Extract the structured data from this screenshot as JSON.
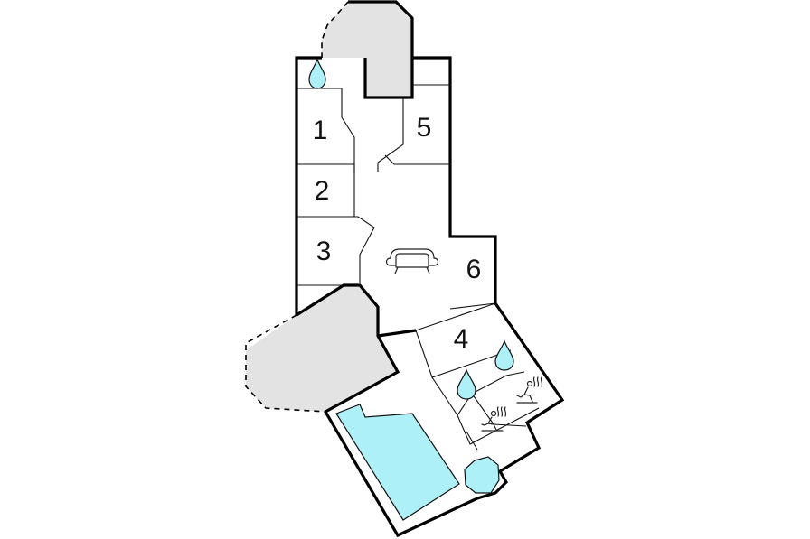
{
  "floorplan": {
    "rooms": [
      {
        "id": "room-1",
        "label": "1"
      },
      {
        "id": "room-2",
        "label": "2"
      },
      {
        "id": "room-3",
        "label": "3"
      },
      {
        "id": "room-4",
        "label": "4"
      },
      {
        "id": "room-5",
        "label": "5"
      },
      {
        "id": "room-6",
        "label": "6"
      }
    ],
    "icons": [
      "water-drop-icon",
      "sofa-icon",
      "sauna-icon",
      "pool"
    ],
    "colors": {
      "wall": "#000000",
      "terrace": "#e3e3e3",
      "water": "#aef0f8",
      "background": "#ffffff"
    }
  }
}
